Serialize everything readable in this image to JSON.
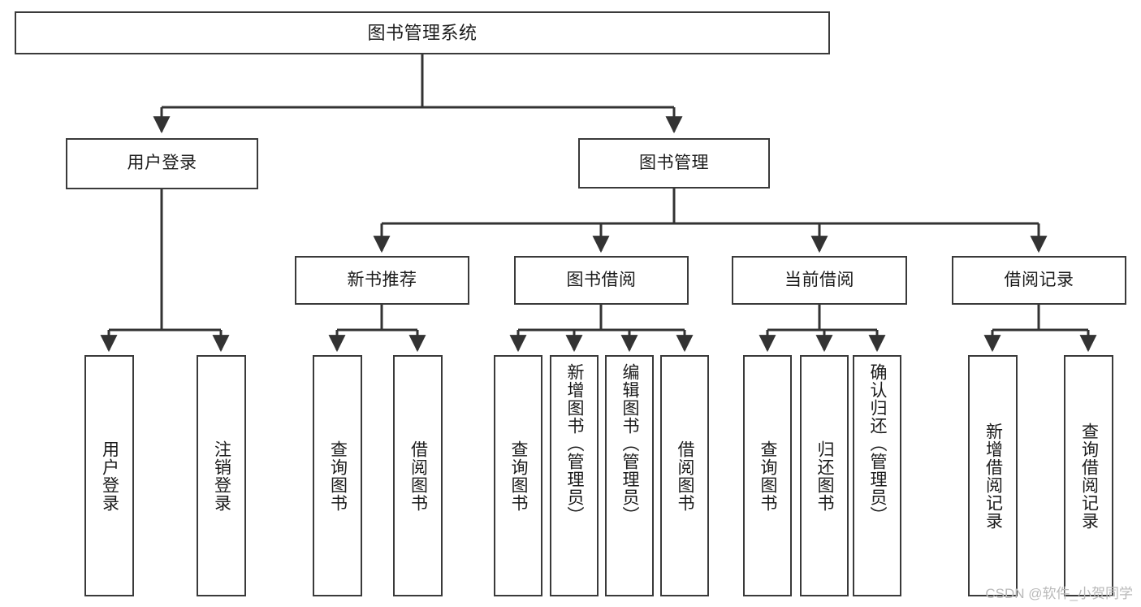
{
  "diagram": {
    "type": "tree",
    "title": "图书管理系统",
    "watermark": "CSDN @软件_小贺同学",
    "colors": {
      "box_border": "#3a3a3a",
      "box_fill": "#ffffff",
      "connector": "#333333",
      "text": "#1b1b1b",
      "watermark": "#b9b9b9",
      "background": "#ffffff"
    },
    "nodes": {
      "root": {
        "label": "图书管理系统"
      },
      "level2": [
        {
          "label": "用户登录"
        },
        {
          "label": "图书管理"
        }
      ],
      "level3": [
        {
          "label": "新书推荐"
        },
        {
          "label": "图书借阅"
        },
        {
          "label": "当前借阅"
        },
        {
          "label": "借阅记录"
        }
      ],
      "leaves": {
        "user_login": [
          {
            "label": "用户登录"
          },
          {
            "label": "注销登录"
          }
        ],
        "new_book": [
          {
            "label": "查询图书"
          },
          {
            "label": "借阅图书"
          }
        ],
        "book_borrow": [
          {
            "label": "查询图书"
          },
          {
            "label": "新增图书（管理员）"
          },
          {
            "label": "编辑图书（管理员）"
          },
          {
            "label": "借阅图书"
          }
        ],
        "current_borrow": [
          {
            "label": "查询图书"
          },
          {
            "label": "归还图书"
          },
          {
            "label": "确认归还（管理员）"
          }
        ],
        "borrow_record": [
          {
            "label": "新增借阅记录"
          },
          {
            "label": "查询借阅记录"
          }
        ]
      }
    }
  }
}
